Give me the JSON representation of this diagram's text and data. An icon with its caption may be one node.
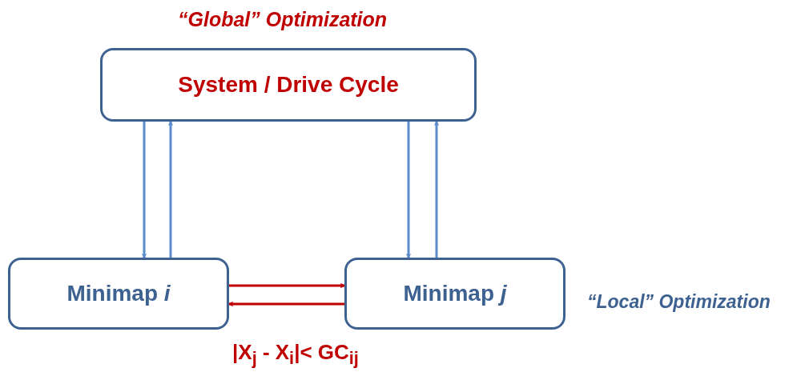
{
  "diagram": {
    "nodes": [
      {
        "text": [
          "System / Drive Cycle"
        ]
      },
      {
        "text": [
          "Minimap *i*"
        ]
      },
      {
        "text": [
          "Minimap *j*"
        ]
      }
    ],
    "edges": [
      {
        "from": 0,
        "to": 1,
        "arrow": "to"
      },
      {
        "from": 1,
        "to": 0,
        "arrow": "to"
      },
      {
        "from": 0,
        "to": 2,
        "arrow": "to"
      },
      {
        "from": 2,
        "to": 0,
        "arrow": "to"
      },
      {
        "from": 1,
        "to": 2,
        "arrow": "to",
        "color": "#c00000"
      },
      {
        "from": 2,
        "to": 1,
        "arrow": "to",
        "color": "#c00000"
      }
    ],
    "labels": [
      "“Global” Optimization",
      "“Local” Optimization",
      "|X$_{j}$ - X$_{i}$|< GC$_{ij}$"
    ]
  }
}
